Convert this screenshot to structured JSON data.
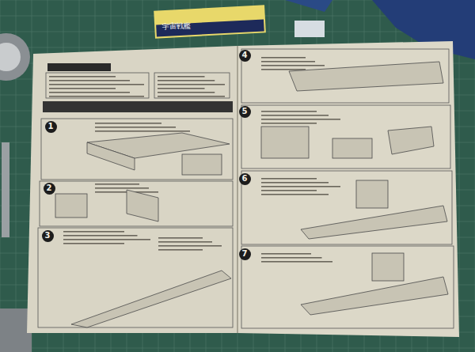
{
  "diagram": {
    "nodes": [
      {
        "text": [
          "1"
        ]
      },
      {
        "text": [
          "2"
        ]
      },
      {
        "text": [
          "3"
        ]
      },
      {
        "text": [
          "4"
        ]
      },
      {
        "text": [
          "5"
        ]
      },
      {
        "text": [
          "6"
        ]
      },
      {
        "text": [
          "7"
        ]
      }
    ],
    "labels": [
      "宇宙戦艦"
    ]
  }
}
